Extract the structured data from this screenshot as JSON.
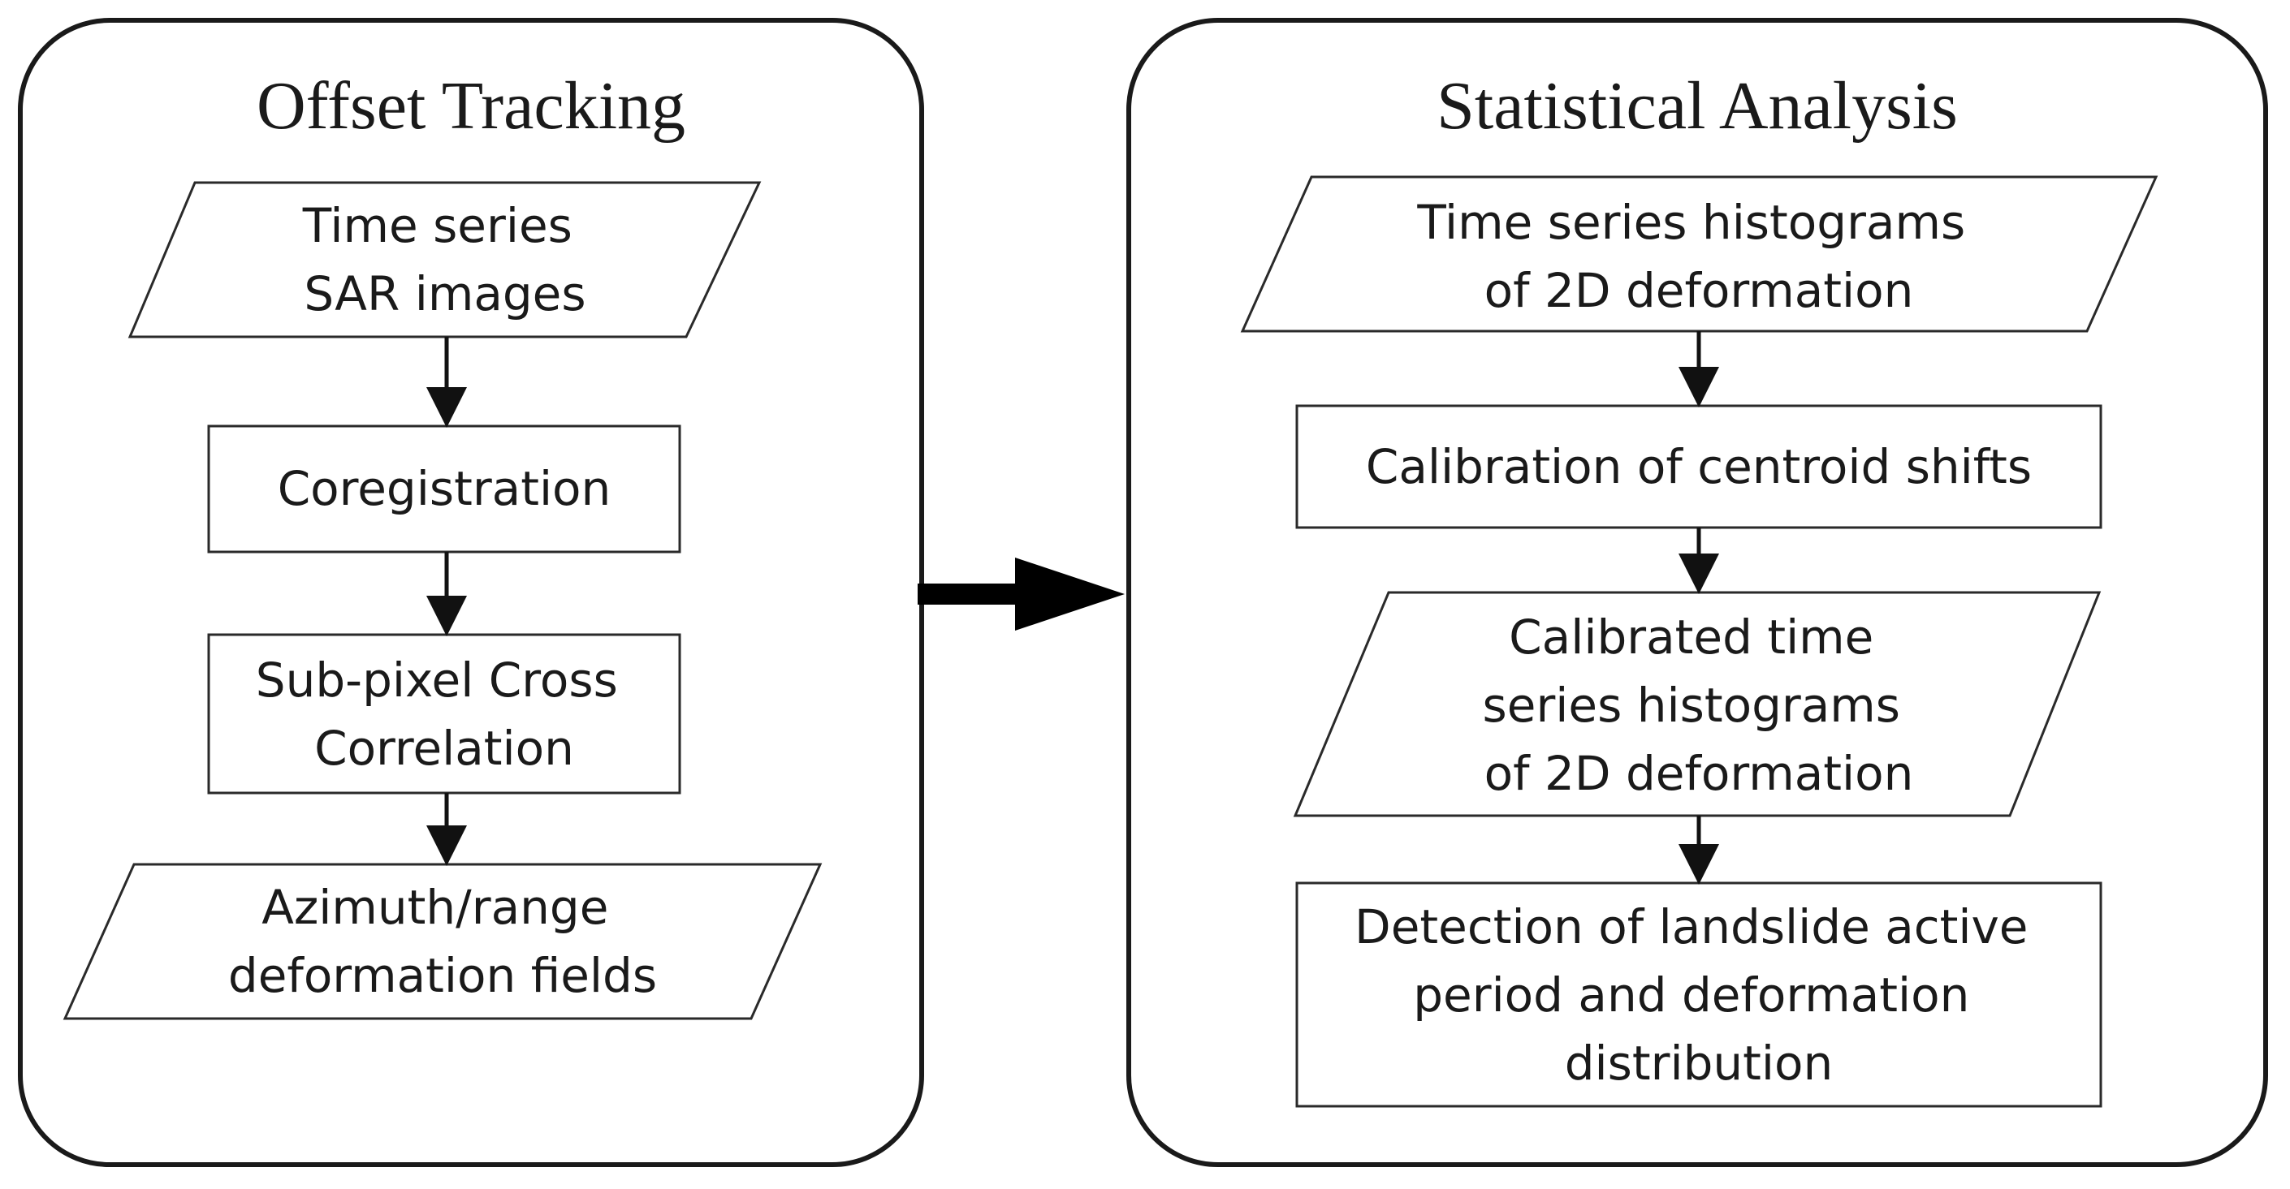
{
  "colors": {
    "line": "#111111",
    "text": "#1a1a1a",
    "background": "#ffffff"
  },
  "panels": [
    {
      "title": "Offset Tracking",
      "nodes": [
        {
          "shape": "parallelogram",
          "lines": [
            "Time series",
            "SAR images"
          ]
        },
        {
          "shape": "rectangle",
          "lines": [
            "Coregistration"
          ]
        },
        {
          "shape": "rectangle",
          "lines": [
            "Sub-pixel Cross",
            "Correlation"
          ]
        },
        {
          "shape": "parallelogram",
          "lines": [
            "Azimuth/range",
            "deformation fields"
          ]
        }
      ]
    },
    {
      "title": "Statistical Analysis",
      "nodes": [
        {
          "shape": "parallelogram",
          "lines": [
            "Time series histograms",
            "of 2D deformation"
          ]
        },
        {
          "shape": "rectangle",
          "lines": [
            "Calibration of centroid shifts"
          ]
        },
        {
          "shape": "parallelogram",
          "lines": [
            "Calibrated time",
            "series histograms",
            "of 2D deformation"
          ]
        },
        {
          "shape": "rectangle",
          "lines": [
            "Detection of landslide active",
            "period and deformation",
            "distribution"
          ]
        }
      ]
    }
  ]
}
